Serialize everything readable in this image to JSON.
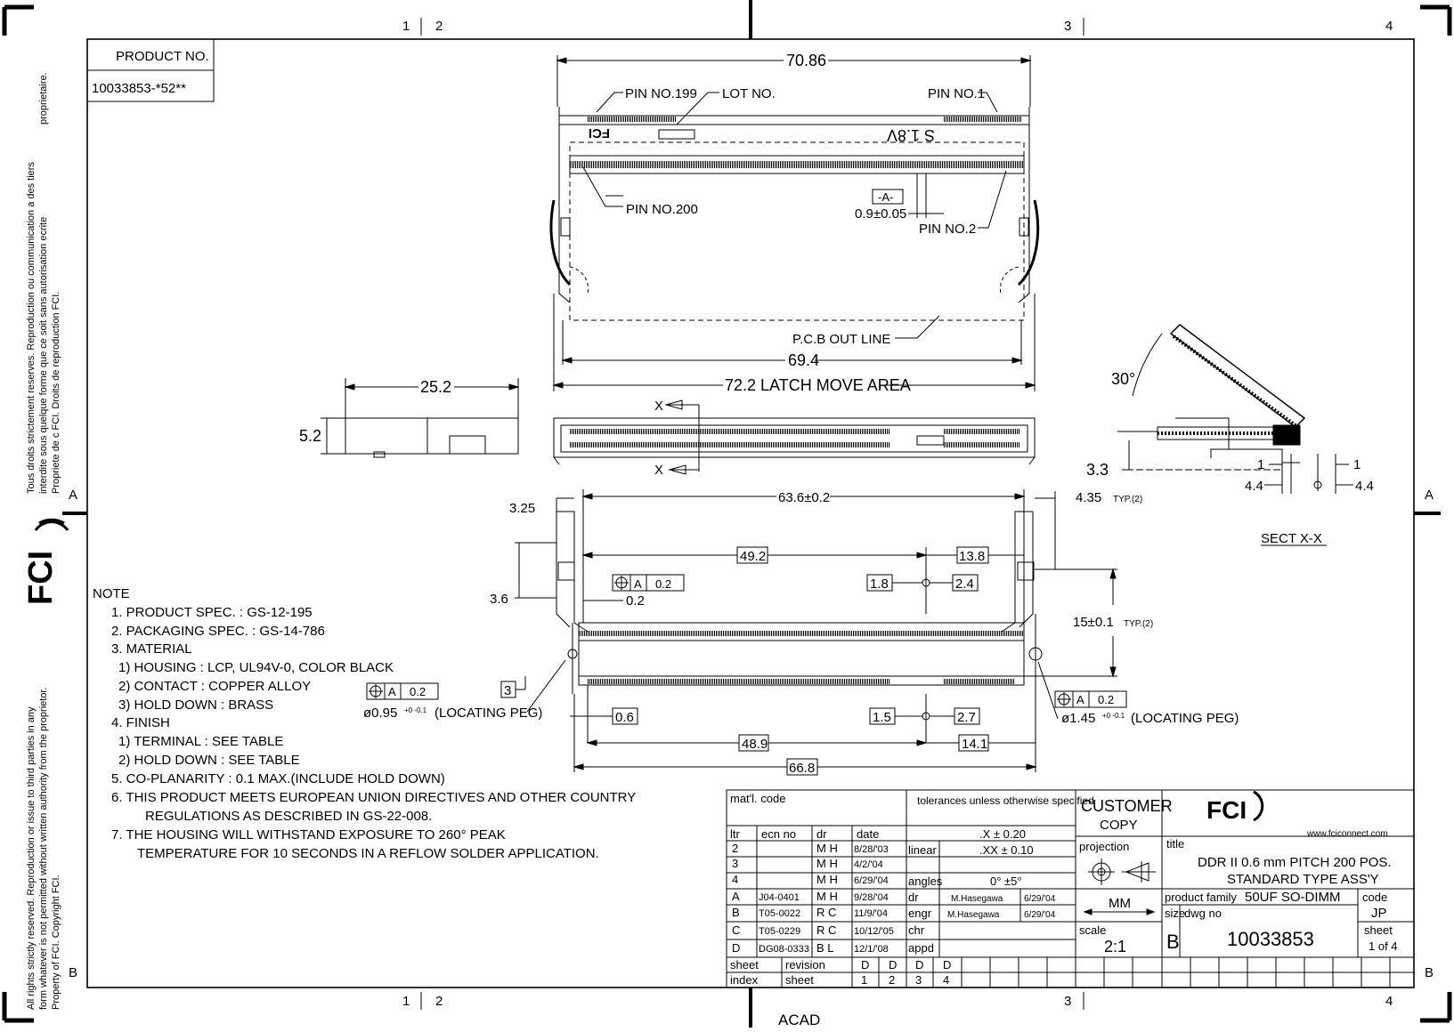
{
  "grid": {
    "top": [
      "1",
      "2",
      "3",
      "4"
    ],
    "bottom": [
      "1",
      "2",
      "3",
      "4"
    ],
    "left": [
      "A",
      "B"
    ],
    "right": [
      "A",
      "B"
    ]
  },
  "copyright": {
    "french": [
      "Tous droits strictement reserves.  Reproduction ou communication a des tiers",
      "interdite sous quelque forme que ce soit sans autorisation ecrite",
      "Propriete de c FCI.  Droits de reproduction FCI."
    ],
    "french_extra": "proprietaire.",
    "english": [
      "All rights strictly reserved.  Reproduction or issue to third parties in any",
      "form whatever is not permitted without written authority from the proprietor.",
      "Property of FCI.  Copyright FCI."
    ]
  },
  "logo": {
    "text": "FCI",
    "url": "www.fciconnect.com"
  },
  "product": {
    "label": "PRODUCT NO.",
    "value": "10033853-*52**"
  },
  "top_view": {
    "dim_overall": "70.86",
    "pin199": "PIN NO.199",
    "lot": "LOT NO.",
    "pin1": "PIN NO.1",
    "pin200": "PIN NO.200",
    "datum": "-A-",
    "pitch": "0.9±0.05",
    "pin2": "PIN NO.2",
    "pcb": "P.C.B OUT LINE",
    "dim_69": "69.4",
    "latch": "72.2 LATCH MOVE AREA",
    "marking": "S 1.8V",
    "brand_mirror": "FCI"
  },
  "side_view": {
    "width": "25.2",
    "height": "5.2"
  },
  "front_view": {
    "x1": "X",
    "x2": "X"
  },
  "section": {
    "angle": "30°",
    "h": "3.3",
    "d1a": "1",
    "d1b": "1",
    "d44a": "4.4",
    "d44b": "4.4",
    "title": "SECT X-X"
  },
  "bottom_view": {
    "d325": "3.25",
    "d636": "63.6±0.2",
    "d435": "4.35",
    "typ2": "TYP.(2)",
    "d492": "49.2",
    "d138": "13.8",
    "d36": "3.6",
    "d18": "1.8",
    "d24": "2.4",
    "gdt1_a": "A",
    "gdt1_v": "0.2",
    "d02": "0.2",
    "d15": "15±0.1",
    "typ2b": "TYP.(2)",
    "d3": "3",
    "gdt2_a": "A",
    "gdt2_v": "0.2",
    "peg1": "ø0.95",
    "peg1_tol": "+0 -0.1",
    "peg1_txt": "(LOCATING PEG)",
    "d06": "0.6",
    "d15b": "1.5",
    "d27": "2.7",
    "gdt3_a": "A",
    "gdt3_v": "0.2",
    "peg2": "ø1.45",
    "peg2_tol": "+0 -0.1",
    "peg2_txt": "(LOCATING PEG)",
    "d489": "48.9",
    "d141": "14.1",
    "d668": "66.8"
  },
  "notes": {
    "title": "NOTE",
    "lines": [
      "1. PRODUCT SPEC. : GS-12-195",
      "2. PACKAGING SPEC. : GS-14-786",
      "3. MATERIAL",
      "1) HOUSING : LCP, UL94V-0, COLOR BLACK",
      "2) CONTACT : COPPER ALLOY",
      "3) HOLD DOWN : BRASS",
      "4. FINISH",
      "1) TERMINAL : SEE TABLE",
      "2) HOLD DOWN : SEE TABLE",
      "5. CO-PLANARITY : 0.1 MAX.(INCLUDE HOLD DOWN)",
      "6. THIS PRODUCT MEETS EUROPEAN UNION DIRECTIVES AND OTHER COUNTRY",
      "REGULATIONS AS DESCRIBED IN GS-22-008.",
      "7. THE HOUSING WILL WITHSTAND EXPOSURE TO 260° PEAK",
      "TEMPERATURE FOR 10 SECONDS IN A REFLOW SOLDER APPLICATION."
    ]
  },
  "title_block": {
    "matl_code": "mat'l. code",
    "tol_title": "tolerances unless otherwise specified",
    "tol_x": ".X ± 0.20",
    "tol_xx": ".XX ± 0.10",
    "linear": "linear",
    "angles": "angles",
    "tol_ang": "0° ±5°",
    "rev_headers": [
      "ltr",
      "ecn no",
      "dr",
      "date"
    ],
    "revisions": [
      [
        "2",
        "",
        "M H",
        "8/28/'03"
      ],
      [
        "3",
        "",
        "M H",
        "4/2/'04"
      ],
      [
        "4",
        "",
        "M H",
        "6/29/'04"
      ],
      [
        "A",
        "J04-0401",
        "M H",
        "9/28/'04"
      ],
      [
        "B",
        "T05-0022",
        "R C",
        "11/9/'04"
      ],
      [
        "C",
        "T05-0229",
        "R C",
        "10/12/'05"
      ],
      [
        "D",
        "DG08-0333",
        "B L",
        "12/1/'08"
      ]
    ],
    "dr_label": "dr",
    "dr_name": "M.Hasegawa",
    "dr_date": "6/29/'04",
    "engr_label": "engr",
    "engr_name": "M.Hasegawa",
    "engr_date": "6/29/'04",
    "chr_label": "chr",
    "appd_label": "appd",
    "customer": "CUSTOMER",
    "copy": "COPY",
    "projection": "projection",
    "units": "MM",
    "scale_label": "scale",
    "scale": "2:1",
    "title_label": "title",
    "title_l1": "DDR II 0.6 mm PITCH 200 POS.",
    "title_l2": "STANDARD TYPE ASS'Y",
    "family_label": "product family",
    "family": "50UF SO-DIMM",
    "code_label": "code",
    "code": "JP",
    "size_label": "size",
    "size": "B",
    "dwg_label": "dwg no",
    "dwg": "10033853",
    "sheet_label": "sheet",
    "sheet": "1 of 4",
    "sheet_idx": "sheet",
    "index": "index",
    "revision": "revision",
    "sheet_row": "sheet",
    "rev_vals": [
      "D",
      "D",
      "D",
      "D"
    ],
    "sheet_vals": [
      "1",
      "2",
      "3",
      "4"
    ]
  },
  "footer": "ACAD"
}
